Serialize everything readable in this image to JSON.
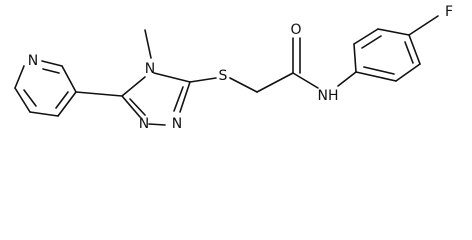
{
  "molecule": {
    "atoms": {
      "N_pyridine": "N",
      "N_methyl": "N",
      "N_triazole_a": "N",
      "N_triazole_b": "N",
      "S": "S",
      "O": "O",
      "NH": "NH",
      "F": "F"
    },
    "substituent": "methyl"
  }
}
